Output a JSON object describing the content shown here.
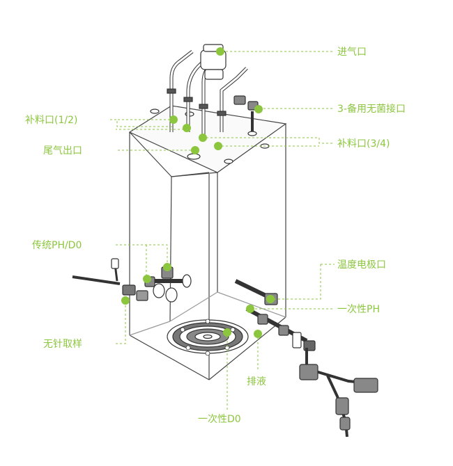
{
  "colors": {
    "accent": "#8cc63f",
    "line": "#333333",
    "background": "#ffffff"
  },
  "labels": {
    "air_inlet": "进气口",
    "backup_sterile_port": "3-备用无菌接口",
    "feed_port_1_2": "补料口(1/2)",
    "feed_port_3_4": "补料口(3/4)",
    "exhaust_outlet": "尾气出口",
    "conventional_ph_do": "传统PH/D0",
    "temperature_probe_port": "温度电极口",
    "single_use_ph": "一次性PH",
    "needleless_sampling": "无针取样",
    "drain": "排液",
    "single_use_do": "一次性D0"
  }
}
